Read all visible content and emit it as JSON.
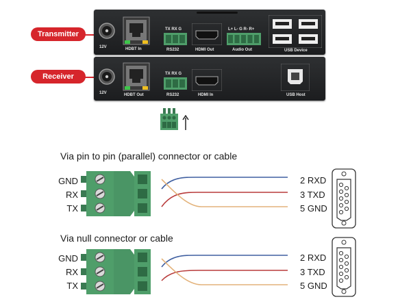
{
  "labels": {
    "transmitter": "Transmitter",
    "receiver": "Receiver"
  },
  "transmitter_panel": {
    "power": "12V",
    "hdbt": "HDBT In",
    "rs232": "RS232",
    "rs232_pins": "TX RX G",
    "hdmi": "HDMI Out",
    "audio": "Audio Out",
    "audio_pins": "L+ L- G R- R+",
    "usb": "USB Device"
  },
  "receiver_panel": {
    "power": "12V",
    "hdbt": "HDBT Out",
    "rs232": "RS232",
    "rs232_pins": "TX RX G",
    "hdmi": "HDMI In",
    "usb": "USB Host"
  },
  "sections": [
    {
      "heading": "Via pin to pin (parallel) connector or cable",
      "pins": [
        "GND",
        "RX",
        "TX"
      ],
      "db9": [
        "2 RXD",
        "3 TXD",
        "5 GND"
      ]
    },
    {
      "heading": "Via null connector or cable",
      "pins": [
        "GND",
        "RX",
        "TX"
      ],
      "db9": [
        "2 RXD",
        "3 TXD",
        "5 GND"
      ]
    }
  ],
  "colors": {
    "accent_red": "#d6252b",
    "wire_blue": "#3f5fa0",
    "wire_red": "#b83a3a",
    "wire_tan": "#e3b27a",
    "terminal_green": "#4f9e6a"
  }
}
